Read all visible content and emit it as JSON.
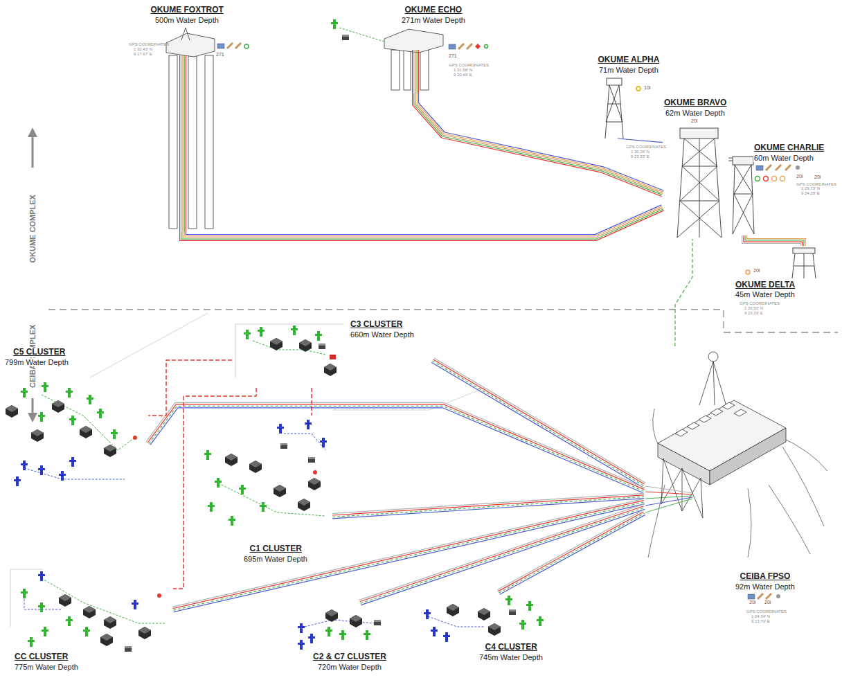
{
  "diagram": {
    "nodes": [
      {
        "text": [
          "OKUME FOXTROT",
          "500m Water Depth"
        ]
      },
      {
        "text": [
          "OKUME ECHO",
          "271m Water Depth"
        ]
      },
      {
        "text": [
          "OKUME ALPHA",
          "71m Water Depth"
        ]
      },
      {
        "text": [
          "OKUME BRAVO",
          "62m Water Depth"
        ]
      },
      {
        "text": [
          "OKUME CHARLIE",
          "60m Water Depth"
        ]
      },
      {
        "text": [
          "OKUME DELTA",
          "45m Water Depth"
        ]
      },
      {
        "text": [
          "C3 CLUSTER",
          "660m Water Depth"
        ]
      },
      {
        "text": [
          "C5 CLUSTER",
          "799m Water Depth"
        ]
      },
      {
        "text": [
          "C1 CLUSTER",
          "695m Water Depth"
        ]
      },
      {
        "text": [
          "CC CLUSTER",
          "775m Water Depth"
        ]
      },
      {
        "text": [
          "C2 & C7 CLUSTER",
          "720m Water Depth"
        ]
      },
      {
        "text": [
          "C4 CLUSTER",
          "745m Water Depth"
        ]
      },
      {
        "text": [
          "CEIBA FPSO",
          "92m Water Depth"
        ]
      }
    ],
    "edges": [
      {
        "from": 0,
        "to": 3,
        "arrow": "none"
      },
      {
        "from": 1,
        "to": 3,
        "arrow": "none"
      },
      {
        "from": 2,
        "to": 3,
        "arrow": "none"
      },
      {
        "from": 3,
        "to": 4,
        "arrow": "none"
      },
      {
        "from": 4,
        "to": 5,
        "arrow": "none"
      },
      {
        "from": 12,
        "to": 3,
        "arrow": "none"
      },
      {
        "from": 6,
        "to": 12,
        "arrow": "none"
      },
      {
        "from": 7,
        "to": 12,
        "arrow": "none"
      },
      {
        "from": 8,
        "to": 12,
        "arrow": "none"
      },
      {
        "from": 9,
        "to": 12,
        "arrow": "none"
      },
      {
        "from": 10,
        "to": 12,
        "arrow": "none"
      },
      {
        "from": 11,
        "to": 12,
        "arrow": "none"
      },
      {
        "from": 6,
        "to": 7,
        "arrow": "none"
      },
      {
        "from": 6,
        "to": 8,
        "arrow": "none"
      },
      {
        "from": 6,
        "to": 9,
        "arrow": "none"
      }
    ],
    "labels": [
      "OKUME COMPLEX",
      "CEIBA COMPLEX",
      "GPS COORDINATES",
      "1 32,43' N",
      "9 17,67' E",
      "271",
      "271",
      "GPS COORDINATES",
      "1 31,58' N",
      "9 20,49' E",
      "10i",
      "20i",
      "GPS COORDINATES",
      "1 30,36' N",
      "9 23,33' E",
      "20i",
      "20i",
      "GPS COORDINATES",
      "1 29,73' N",
      "9 24,28' E",
      "20i",
      "GPS COORDINATES",
      "1 29,50' N",
      "9 23,20' E",
      "20i",
      "20i",
      "GPS COORDINATES",
      "1 24,34' N",
      "9 13,70' E"
    ]
  }
}
